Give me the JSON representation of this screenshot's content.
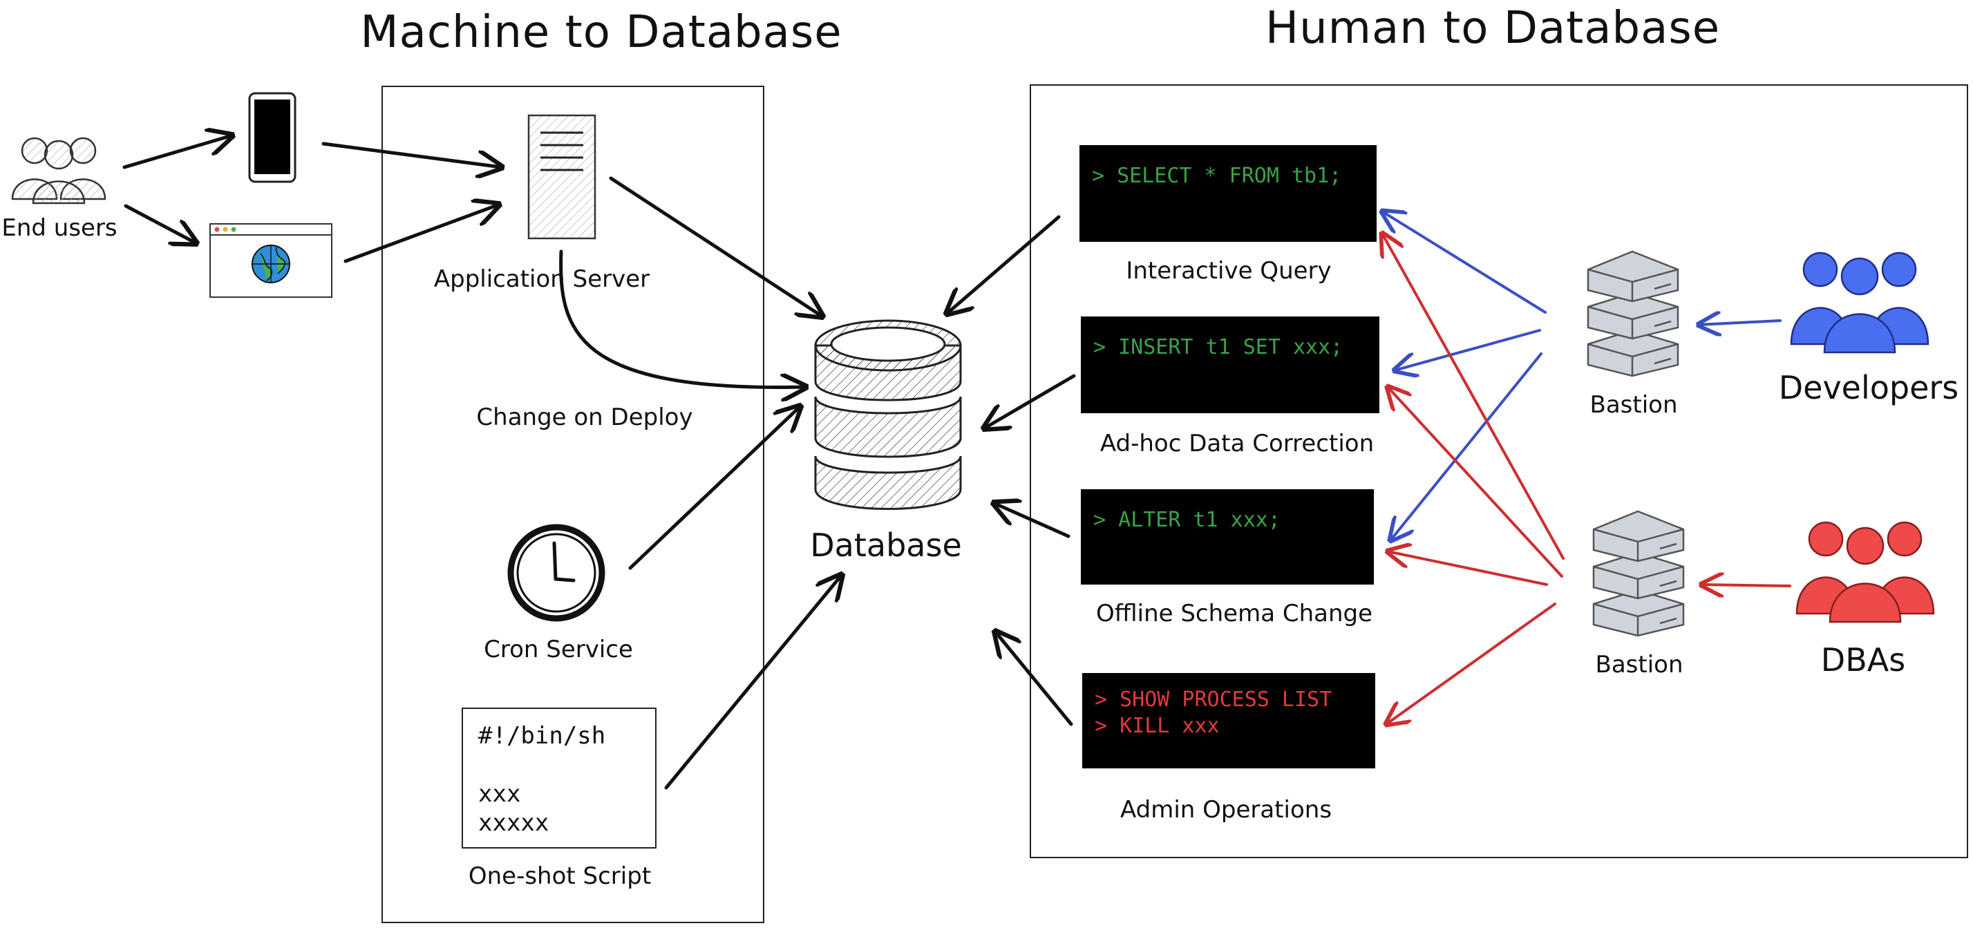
{
  "titles": {
    "left": "Machine to Database",
    "right": "Human to Database"
  },
  "left": {
    "end_users_label": "End users",
    "app_server_label": "Application Server",
    "change_on_deploy_label": "Change on Deploy",
    "cron_label": "Cron Service",
    "script_label": "One-shot Script",
    "script_lines": [
      "#!/bin/sh",
      "",
      "xxx",
      "xxxxx"
    ]
  },
  "center": {
    "database_label": "Database"
  },
  "right": {
    "terminals": [
      {
        "lines": [
          "> SELECT * FROM tb1;"
        ],
        "label": "Interactive Query",
        "tone": "green"
      },
      {
        "lines": [
          "> INSERT t1 SET xxx;"
        ],
        "label": "Ad-hoc Data Correction",
        "tone": "green"
      },
      {
        "lines": [
          "> ALTER t1 xxx;"
        ],
        "label": "Offline Schema Change",
        "tone": "green"
      },
      {
        "lines": [
          "> SHOW PROCESS LIST",
          "> KILL xxx"
        ],
        "label": "Admin Operations",
        "tone": "red"
      }
    ],
    "bastion_top_label": "Bastion",
    "bastion_bottom_label": "Bastion",
    "developers_label": "Developers",
    "dbas_label": "DBAs"
  },
  "colors": {
    "developers": "#4a6ef0",
    "dbas": "#ee4a4a",
    "blue_arrow": "#3b4fc4",
    "red_arrow": "#cc2f2f",
    "terminal_green": "#3aa24a",
    "terminal_red": "#e23a3a"
  },
  "icons": [
    "users-icon",
    "phone-icon",
    "browser-globe-icon",
    "server-icon",
    "clock-icon",
    "database-icon",
    "bastion-server-icon"
  ]
}
